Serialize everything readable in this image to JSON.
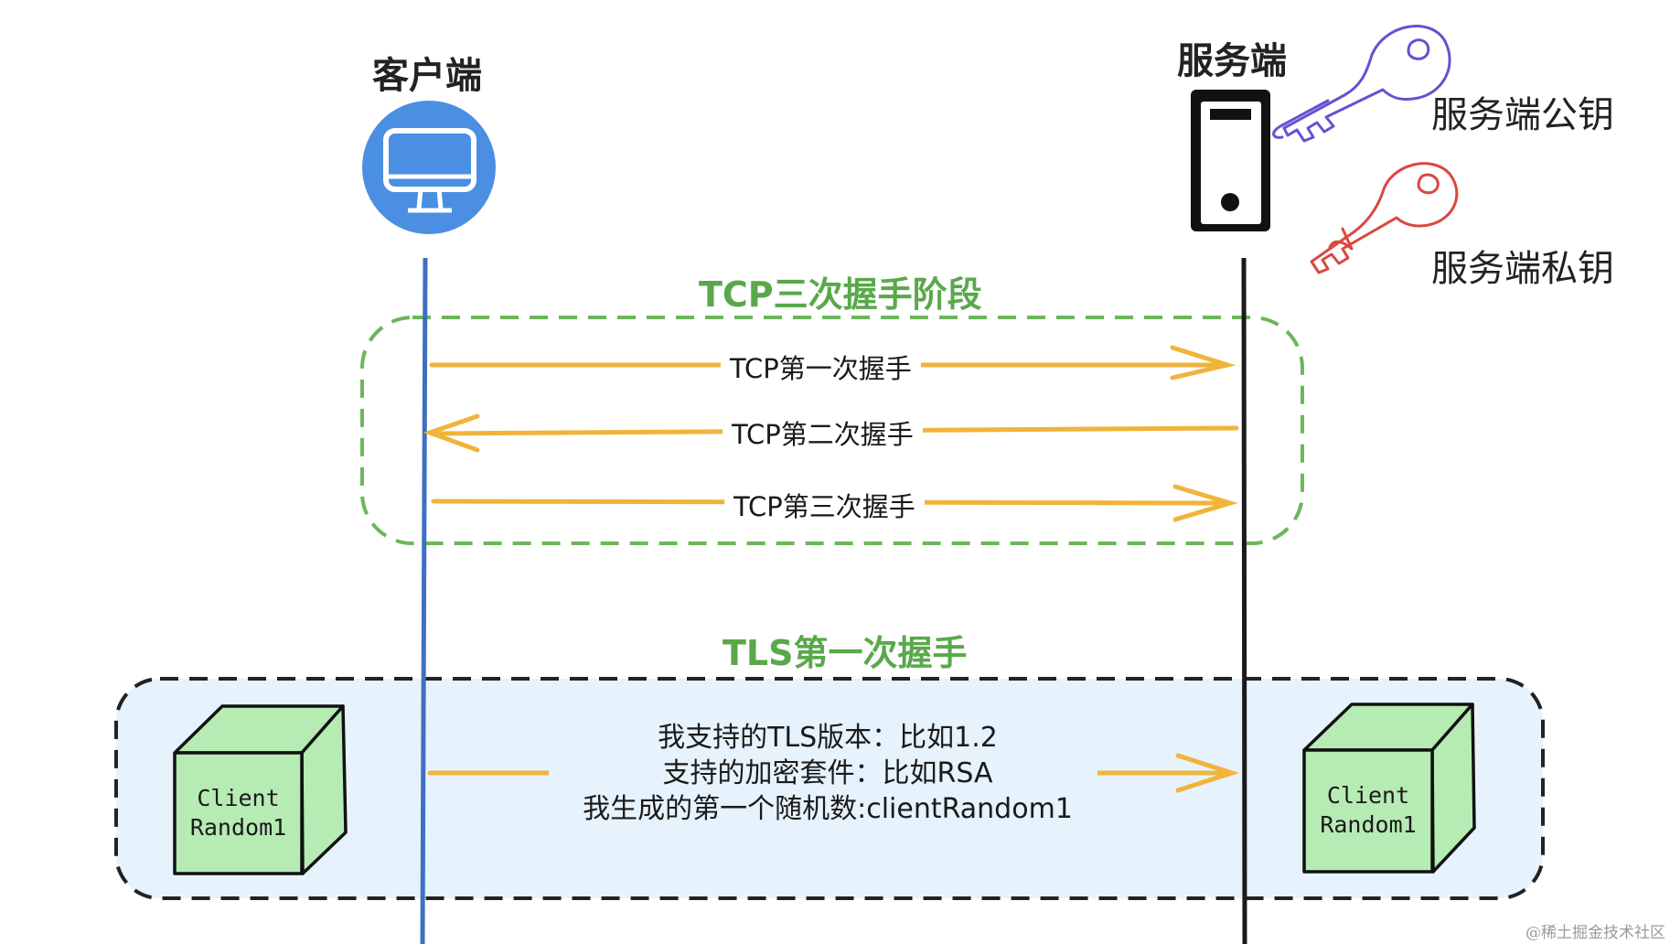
{
  "actors": {
    "client": "客户端",
    "server": "服务端"
  },
  "keys": {
    "public": "服务端公钥",
    "private": "服务端私钥"
  },
  "tcp_phase": {
    "title": "TCP三次握手阶段",
    "messages": [
      "TCP第一次握手",
      "TCP第二次握手",
      "TCP第三次握手"
    ]
  },
  "tls_phase": {
    "title": "TLS第一次握手",
    "message_lines": [
      "我支持的TLS版本：比如1.2",
      "支持的加密套件：比如RSA",
      "我生成的第一个随机数:clientRandom1"
    ],
    "cube_left": [
      "Client",
      "Random1"
    ],
    "cube_right": [
      "Client",
      "Random1"
    ]
  },
  "watermark": "@稀土掘金技术社区",
  "colors": {
    "client_line": "#3f6fc0",
    "server_line": "#1a1a1a",
    "arrow": "#f0b43a",
    "tcp_box": "#6cb65a",
    "tls_box_fill": "#e6f2fc",
    "cube": "#b6ebb4",
    "public_key": "#6a4fd2",
    "private_key": "#d9483f",
    "monitor_circle": "#4a8fe2"
  }
}
